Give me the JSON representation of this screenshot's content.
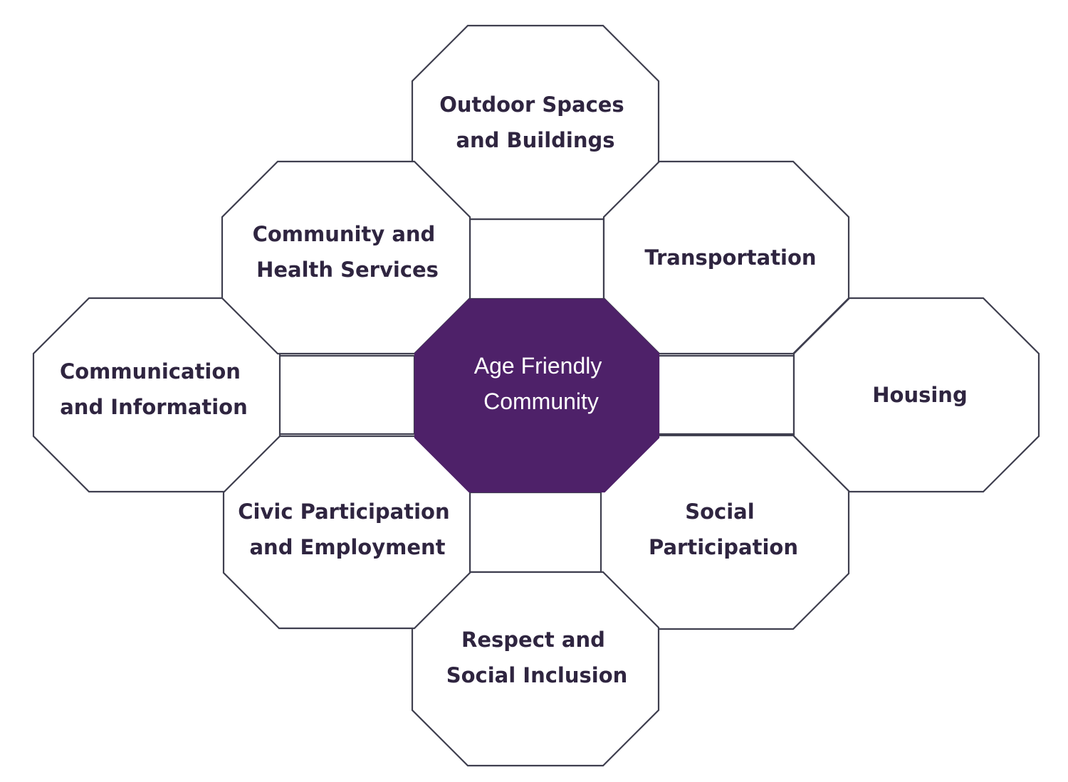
{
  "diagram": {
    "center": {
      "lines": [
        "Age Friendly",
        "Community"
      ]
    },
    "domains": [
      {
        "id": "outdoor",
        "lines": [
          "Outdoor Spaces",
          "and Buildings"
        ]
      },
      {
        "id": "transportation",
        "lines": [
          "Transportation"
        ]
      },
      {
        "id": "housing",
        "lines": [
          "Housing"
        ]
      },
      {
        "id": "social-participation",
        "lines": [
          "Social",
          "Participation"
        ]
      },
      {
        "id": "respect",
        "lines": [
          "Respect and",
          "Social Inclusion"
        ]
      },
      {
        "id": "civic",
        "lines": [
          "Civic Participation",
          "and Employment"
        ]
      },
      {
        "id": "communication",
        "lines": [
          "Communication",
          "and Information"
        ]
      },
      {
        "id": "community-health",
        "lines": [
          "Community and",
          "Health Services"
        ]
      }
    ],
    "colors": {
      "center_fill": "#4e2169",
      "outline": "#3f3f4f",
      "label_text": "#2f2540",
      "center_text": "#ffffff"
    }
  }
}
